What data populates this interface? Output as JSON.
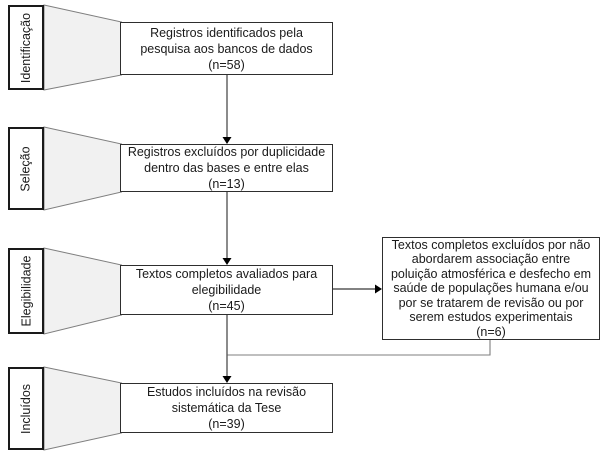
{
  "diagram": {
    "type": "prisma-flow",
    "stages": [
      {
        "label": "Identificação"
      },
      {
        "label": "Seleção"
      },
      {
        "label": "Elegibilidade"
      },
      {
        "label": "Incluídos"
      }
    ],
    "boxes": {
      "identified": {
        "text": "Registros identificados pela\npesquisa aos bancos de dados\n(n=58)",
        "n": 58
      },
      "duplicates_excluded": {
        "text": "Registros excluídos por duplicidade\ndentro das bases e entre elas\n(n=13)",
        "n": 13
      },
      "fulltext_assessed": {
        "text": "Textos completos avaliados para\nelegibilidade\n(n=45)",
        "n": 45
      },
      "fulltext_excluded": {
        "text": "Textos completos excluídos por não\nabordarem associação entre\npoluição atmosférica e desfecho em\nsaúde de populações humana e/ou\npor se tratarem de revisão ou por\nserem estudos experimentais\n(n=6)",
        "n": 6
      },
      "included": {
        "text": "Estudos incluídos na revisão\nsistemática da Tese\n(n=39)",
        "n": 39
      }
    },
    "colors": {
      "background": "#ffffff",
      "box_border": "#2e2e2e",
      "stage_border": "#1a1a1a",
      "funnel_fill": "#f1f1f1",
      "funnel_border": "#7f7f7f",
      "arrow_stem": "#595959",
      "arrowhead": "#000000",
      "connector": "#7f7f7f"
    }
  }
}
